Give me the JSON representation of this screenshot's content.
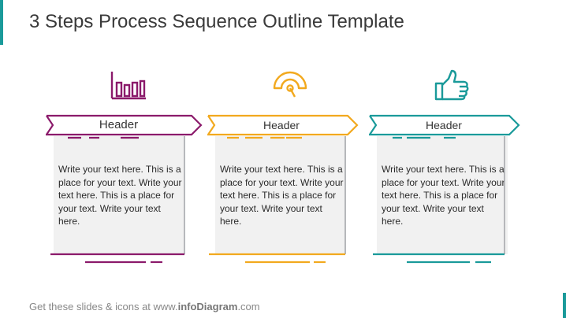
{
  "title": "3 Steps Process Sequence Outline Template",
  "steps": [
    {
      "header": "Header",
      "icon": "bar-chart-icon",
      "color": "#8b1a6b",
      "text": "Write your text here. This is a place for your text. Write your text here. This is a place for your text. Write your text here."
    },
    {
      "header": "Header",
      "icon": "speedometer-icon",
      "color": "#f2a91e",
      "text": "Write your text here. This is a place for your text. Write your text here. This is a place for your text. Write your text here."
    },
    {
      "header": "Header",
      "icon": "thumbs-up-icon",
      "color": "#1a9a9a",
      "text": "Write your text here. This is a place for your text. Write your text here. This is a place for your text. Write your text here."
    }
  ],
  "footer": {
    "prefix": "Get these slides & icons at www.",
    "brand": "infoDiagram",
    "suffix": ".com"
  }
}
